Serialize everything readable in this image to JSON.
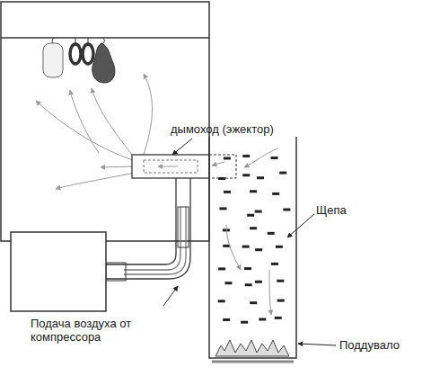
{
  "diagram": {
    "labels": [
      "дымоход (эжектор)",
      "Щепа",
      "Подача воздуха от компрессора",
      "Поддувало"
    ]
  }
}
